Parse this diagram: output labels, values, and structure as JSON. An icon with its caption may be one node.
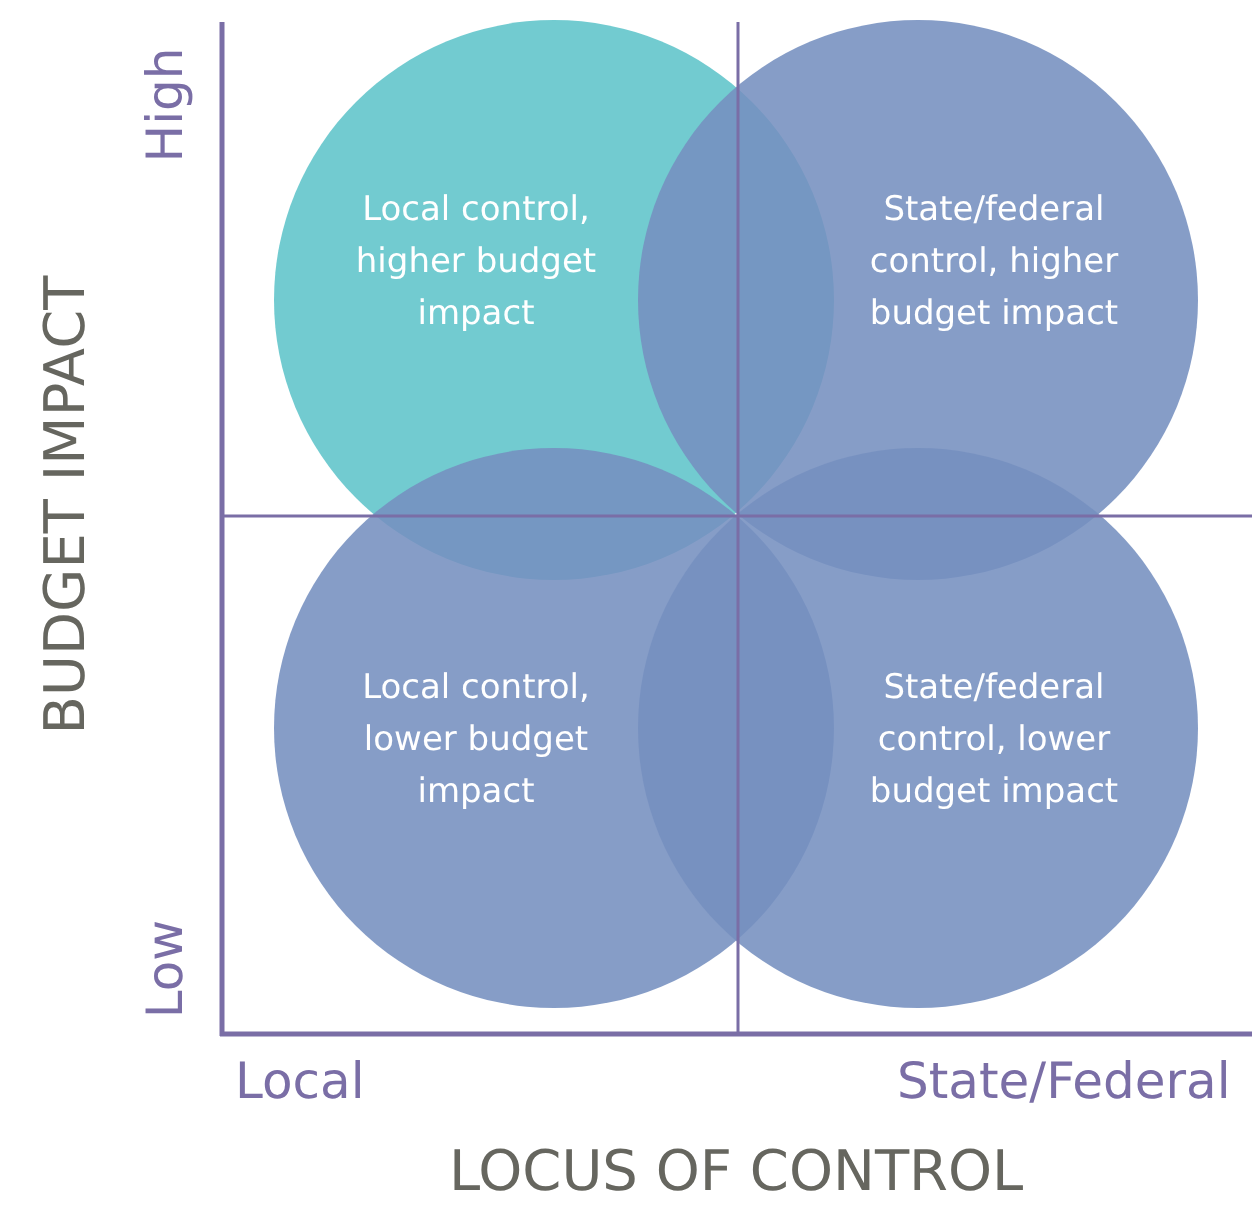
{
  "diagram": {
    "nodes": [
      {
        "text": [
          "Local control, higher budget impact"
        ]
      },
      {
        "text": [
          "State/federal control, higher budget impact"
        ]
      },
      {
        "text": [
          "Local control, lower budget impact"
        ]
      },
      {
        "text": [
          "State/federal control, lower budget impact"
        ]
      }
    ],
    "labels": [
      "High",
      "BUDGET IMPACT",
      "Low",
      "Local",
      "State/Federal",
      "LOCUS OF CONTROL"
    ]
  }
}
